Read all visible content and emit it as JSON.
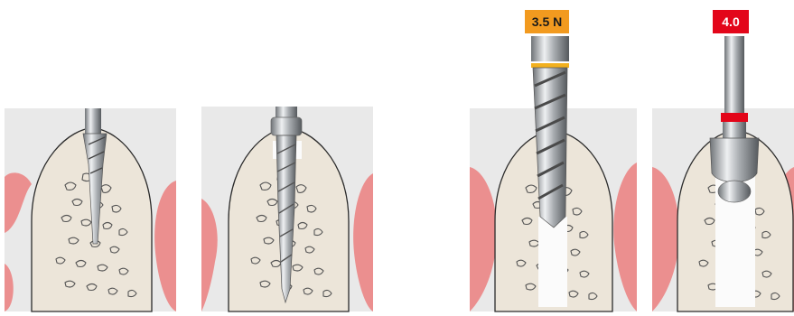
{
  "steps": [
    {
      "id": "step-1"
    },
    {
      "id": "step-2"
    },
    {
      "id": "step-3",
      "badge": "3.5 N",
      "badge_color": "#f29a1f"
    },
    {
      "id": "step-4",
      "badge": "4.0",
      "badge_color": "#e3061a"
    }
  ],
  "colors": {
    "tissue_bg": "#e9e9e9",
    "gum": "#eb8f8f",
    "bone": "#ece5d9",
    "instrument": "#b9bcc0",
    "osteotomy": "#fbfbfb"
  }
}
